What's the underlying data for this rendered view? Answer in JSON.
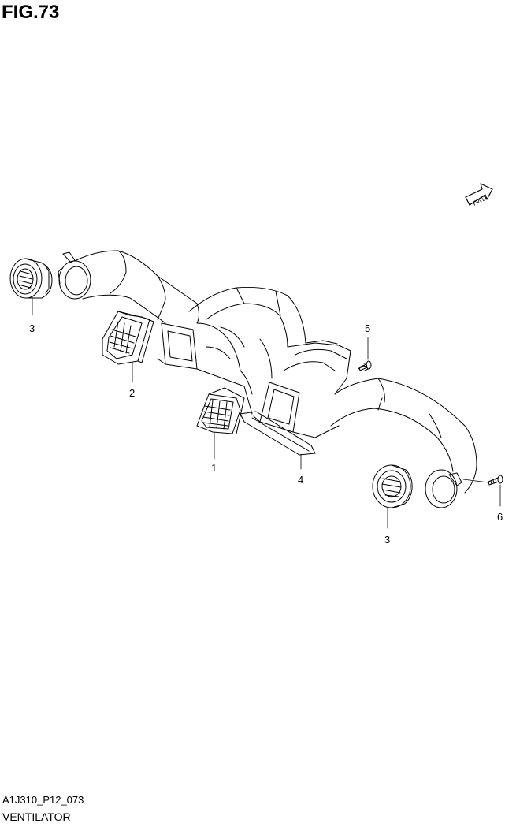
{
  "figure": {
    "title": "FIG.73",
    "drawing_code": "A1J310_P12_073",
    "name": "VENTILATOR",
    "direction_label": "FWD"
  },
  "callouts": [
    {
      "id": "c1",
      "label": "1"
    },
    {
      "id": "c2",
      "label": "2"
    },
    {
      "id": "c3a",
      "label": "3"
    },
    {
      "id": "c3b",
      "label": "3"
    },
    {
      "id": "c4",
      "label": "4"
    },
    {
      "id": "c5",
      "label": "5"
    },
    {
      "id": "c6",
      "label": "6"
    }
  ]
}
